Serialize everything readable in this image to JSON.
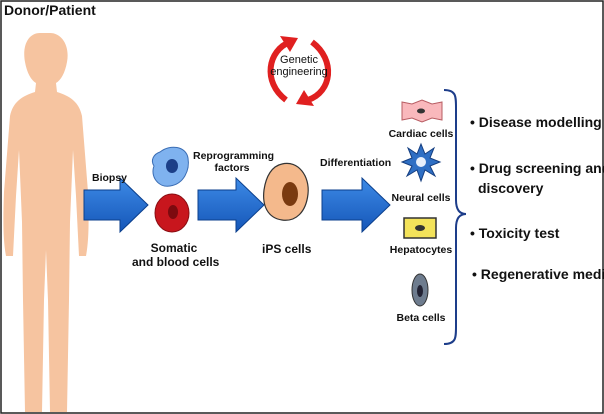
{
  "title": "Donor/Patient",
  "steps": {
    "biopsy": "Biopsy",
    "reprogramming_line1": "Reprogramming",
    "reprogramming_line2": "factors",
    "differentiation": "Differentiation",
    "genetic_line1": "Genetic",
    "genetic_line2": "engineering"
  },
  "cells": {
    "somatic_line1": "Somatic",
    "somatic_line2": "and blood cells",
    "ips": "iPS cells",
    "cardiac": "Cardiac cells",
    "neural": "Neural cells",
    "hepatocytes": "Hepatocytes",
    "beta": "Beta cells"
  },
  "applications": [
    "• Disease modelling",
    "• Drug screening and",
    "discovery",
    "• Toxicity test",
    "• Regenerative medicine"
  ],
  "colors": {
    "body": "#f6c4a0",
    "arrow": "#1f6fd0",
    "arrow_dark": "#0b3f8c",
    "cycle": "#e02020",
    "somatic_blue": "#7fb2ef",
    "blood_red": "#c8161d",
    "ips_fill": "#f4b98c",
    "cardiac_fill": "#f9b8bc",
    "neural_fill": "#2f6fc4",
    "hepatocyte_fill": "#f3e25a",
    "beta_fill": "#6e7c8e",
    "brace": "#1d3d8a"
  }
}
